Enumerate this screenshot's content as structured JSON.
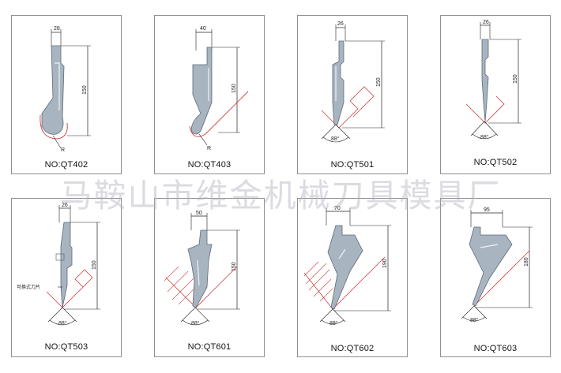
{
  "watermark": "马鞍山市维金机械刀具模具厂",
  "colors": {
    "tool_fill": "#a8b4c0",
    "tool_stroke": "#5c6b78",
    "guide_red": "#d04040",
    "dim_line": "#222222",
    "frame": "#8f8f8f"
  },
  "tools": [
    {
      "model": "NO:QT402",
      "width": "28",
      "height": "150",
      "radius": "R"
    },
    {
      "model": "NO:QT403",
      "width": "40",
      "height": "150",
      "radius": "R"
    },
    {
      "model": "NO:QT501",
      "width": "26",
      "height": "150",
      "angle": "88°"
    },
    {
      "model": "NO:QT502",
      "width": "26",
      "height": "150",
      "angle": "88°"
    },
    {
      "model": "NO:QT503",
      "width": "26",
      "height": "150",
      "angle": "88°",
      "note": "可换式刀片"
    },
    {
      "model": "NO:QT601",
      "width": "50",
      "height": "150",
      "angle": "88°"
    },
    {
      "model": "NO:QT602",
      "width": "70",
      "height": "190",
      "angle": "88°"
    },
    {
      "model": "NO:QT603",
      "width": "95",
      "height": "180",
      "angle": "88°"
    }
  ]
}
